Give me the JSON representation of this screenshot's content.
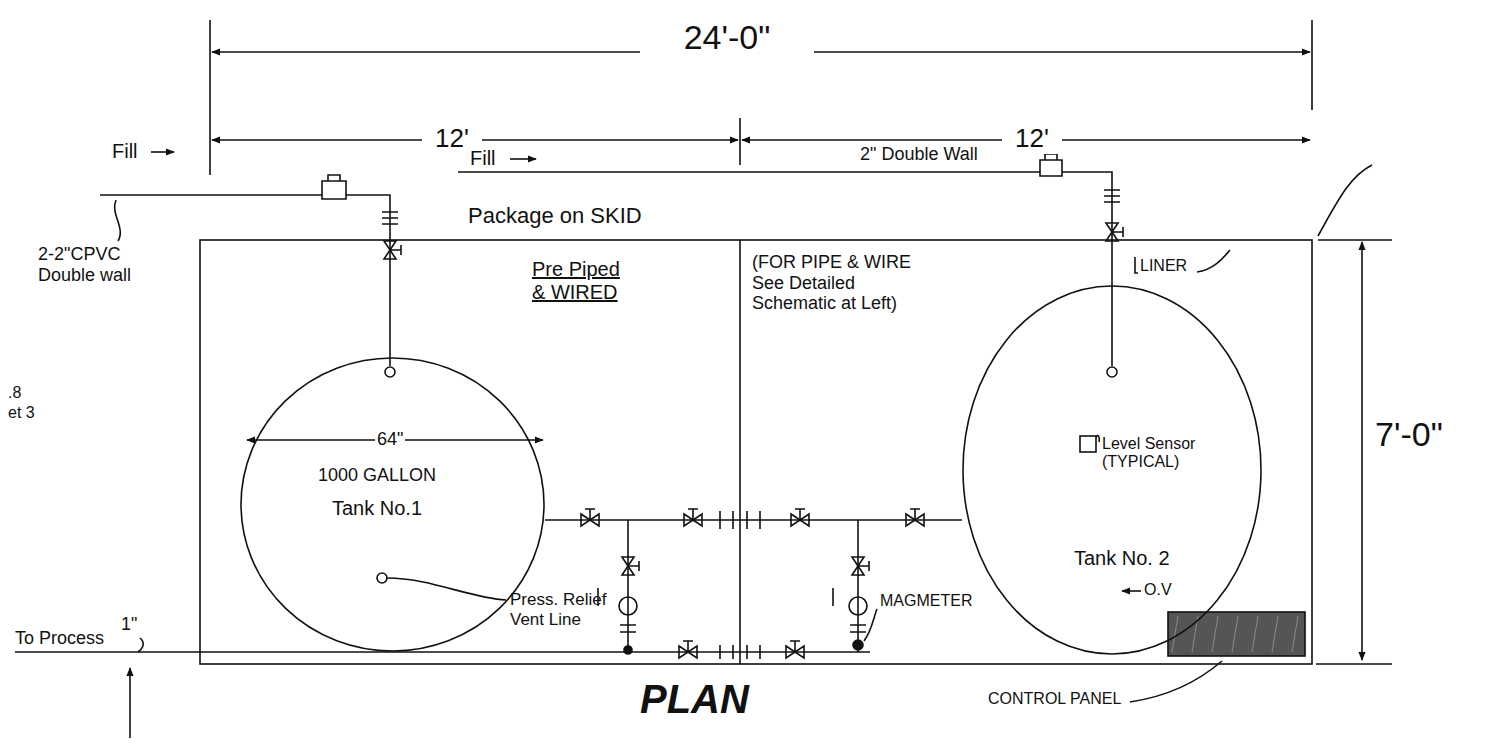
{
  "diagram": {
    "nodes": [
      {
        "text": [
          "64\"",
          "1000 GALLON",
          "Tank No.1"
        ]
      },
      {
        "text": [
          "Level Sensor (TYPICAL)",
          "Tank No. 2",
          "O.V"
        ]
      }
    ],
    "edges": [
      {
        "from": 0,
        "to": 1,
        "arrow": "none"
      }
    ],
    "labels": [
      "24'-0\"",
      "12'",
      "12'",
      "Fill",
      "2-2\"CPVC Double wall",
      "Fill",
      "Package on SKID",
      "2\" Double Wall",
      "Pre Piped & WIRED",
      "(FOR PIPE & WIRE See Detailed Schematic at Left)",
      "LINER",
      "7'-0\"",
      ".8",
      "et 3",
      "Press. Relief Vent Line",
      "MAGMETER",
      "To Process",
      "1\"",
      "CONTROL PANEL",
      "PLAN"
    ]
  }
}
